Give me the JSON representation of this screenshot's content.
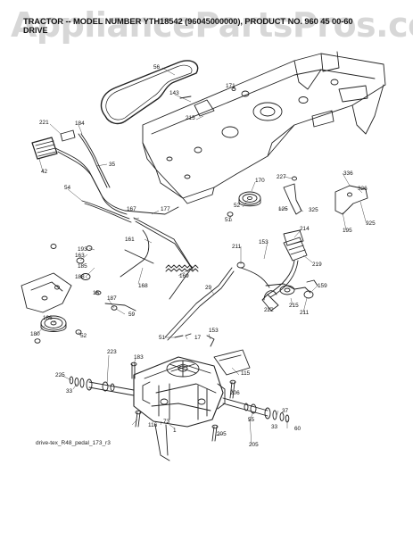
{
  "header": {
    "title": "TRACTOR -- MODEL NUMBER YTH18542 (96045000000), PRODUCT NO. 960 45 00-60",
    "subtitle": "DRIVE"
  },
  "watermark": "AppliancePartsPros.com",
  "footer": "drive-tex_R48_pedal_173_r3",
  "callouts": [
    "56",
    "143",
    "171",
    "215",
    "221",
    "184",
    "35",
    "42",
    "54",
    "167",
    "177",
    "170",
    "227",
    "336",
    "326",
    "52",
    "125",
    "325",
    "51",
    "925",
    "195",
    "211",
    "153",
    "214",
    "219",
    "193",
    "185",
    "169",
    "161",
    "168",
    "29",
    "163",
    "188",
    "187",
    "15",
    "59",
    "159",
    "222",
    "215",
    "211",
    "186",
    "180",
    "52",
    "51",
    "17",
    "153",
    "223",
    "183",
    "115",
    "225",
    "33",
    "206",
    "116",
    "73",
    "1",
    "55",
    "60",
    "37",
    "33",
    "205",
    "205",
    "73",
    "37"
  ]
}
